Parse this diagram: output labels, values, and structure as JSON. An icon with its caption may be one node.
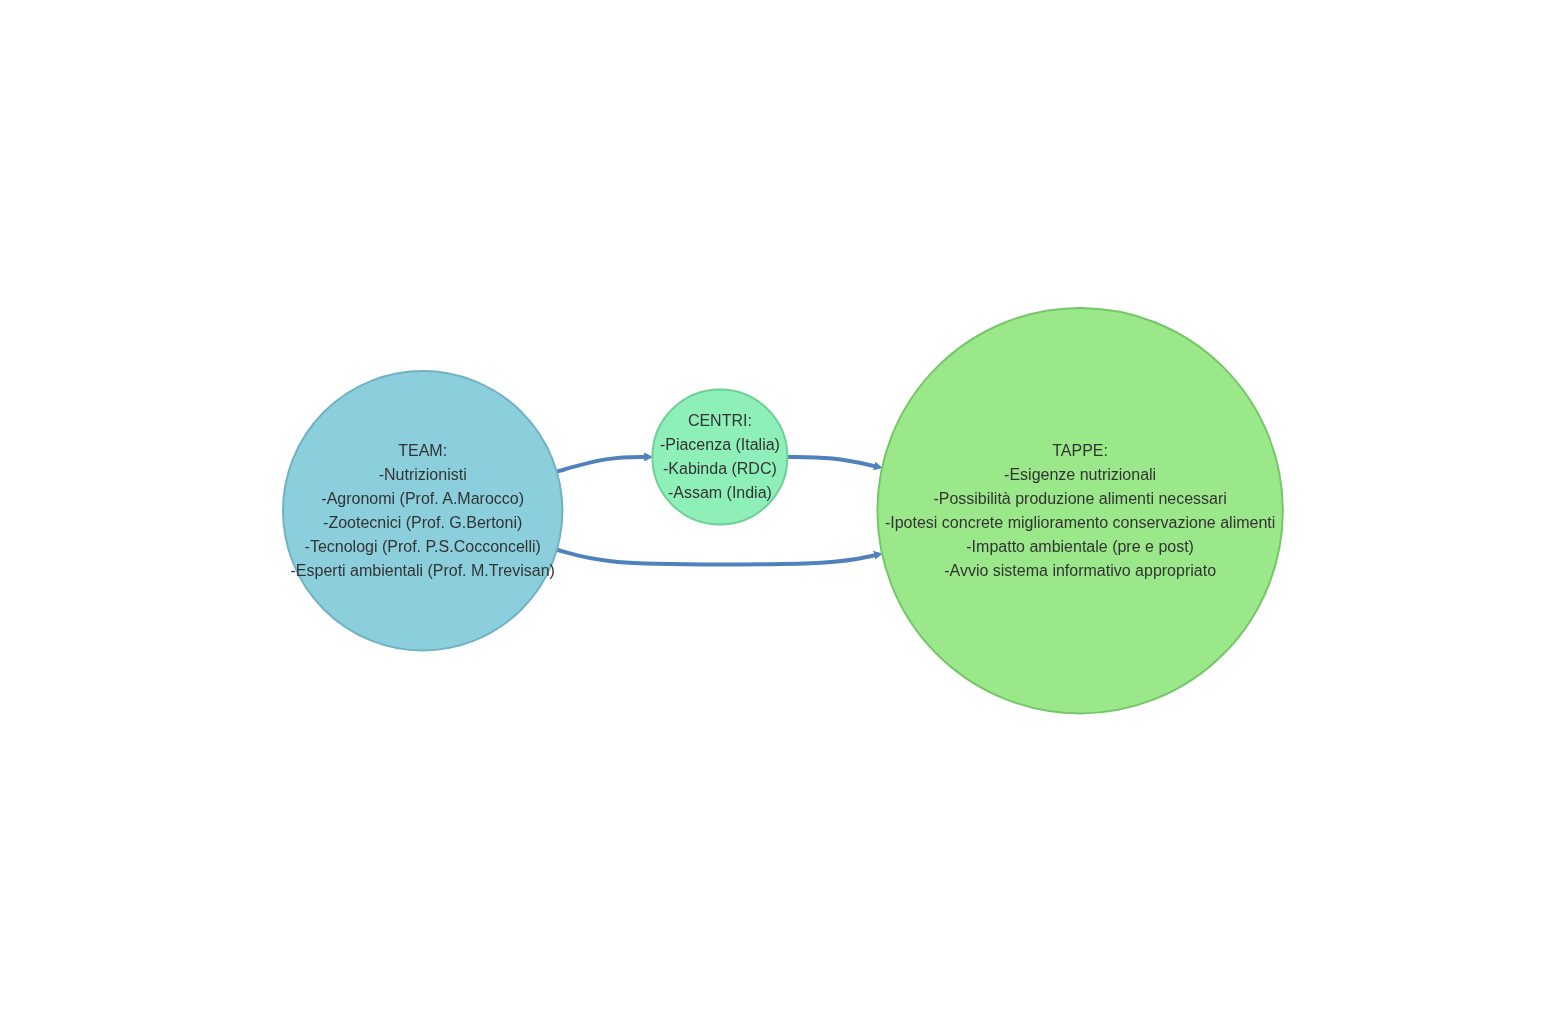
{
  "diagram": {
    "nodes": [
      {
        "text": [
          "TEAM:",
          "-Nutrizionisti",
          "-Agronomi (Prof. A.Marocco)",
          "-Zootecnici (Prof. G.Bertoni)",
          "-Tecnologi (Prof. P.S.Cocconcelli)",
          "-Esperti ambientali (Prof. M.Trevisan)"
        ]
      },
      {
        "text": [
          "CENTRI:",
          "-Piacenza (Italia)",
          "-Kabinda (RDC)",
          "-Assam (India)"
        ]
      },
      {
        "text": [
          "TAPPE:",
          "-Esigenze nutrizionali",
          "-Possibilità produzione alimenti necessari",
          "-Ipotesi concrete miglioramento conservazione alimenti",
          "-Impatto ambientale (pre e post)",
          "-Avvio sistema informativo appropriato"
        ]
      }
    ],
    "edges": [
      {
        "from": 0,
        "to": 1,
        "arrow": "to"
      },
      {
        "from": 1,
        "to": 2,
        "arrow": "to"
      },
      {
        "from": 0,
        "to": 2,
        "arrow": "to"
      }
    ]
  }
}
